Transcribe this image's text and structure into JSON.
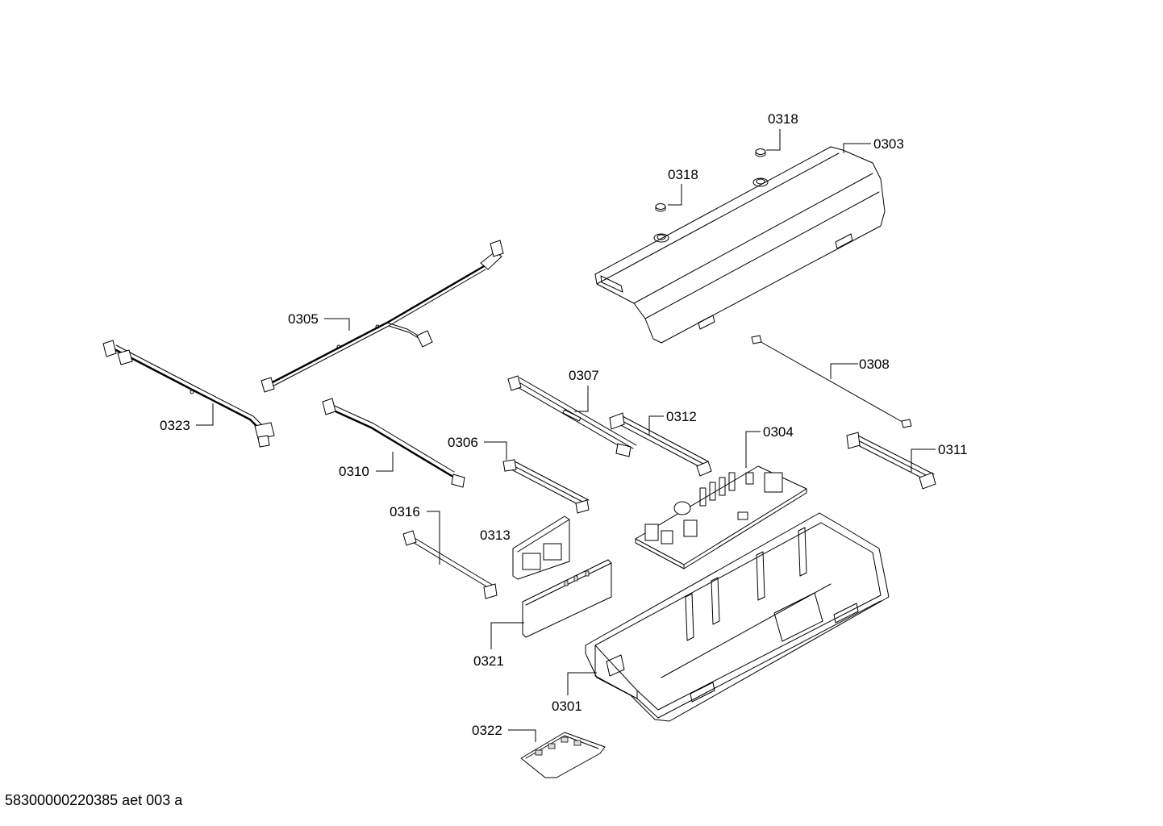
{
  "labels": {
    "p0318a": "0318",
    "p0318b": "0318",
    "p0303": "0303",
    "p0305": "0305",
    "p0308": "0308",
    "p0307": "0307",
    "p0312": "0312",
    "p0323": "0323",
    "p0306": "0306",
    "p0304": "0304",
    "p0311": "0311",
    "p0310": "0310",
    "p0316": "0316",
    "p0313": "0313",
    "p0321": "0321",
    "p0301": "0301",
    "p0322": "0322"
  },
  "footer": "58300000220385 aet 003 a"
}
